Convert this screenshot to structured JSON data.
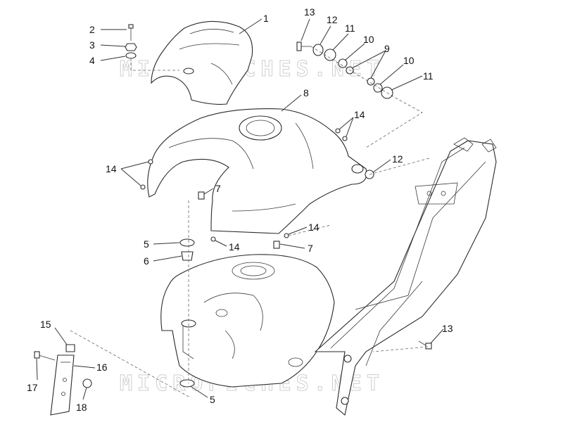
{
  "watermark": {
    "text": "MICROFICHES.NET"
  },
  "callouts": {
    "c1": "1",
    "c2": "2",
    "c3": "3",
    "c4": "4",
    "c5a": "5",
    "c5b": "5",
    "c6": "6",
    "c7a": "7",
    "c7b": "7",
    "c8": "8",
    "c9": "9",
    "c10a": "10",
    "c10b": "10",
    "c11a": "11",
    "c11b": "11",
    "c12a": "12",
    "c12b": "12",
    "c13a": "13",
    "c13b": "13",
    "c14a": "14",
    "c14b": "14",
    "c14c": "14",
    "c14d": "14",
    "c15": "15",
    "c16": "16",
    "c17": "17",
    "c18": "18"
  }
}
